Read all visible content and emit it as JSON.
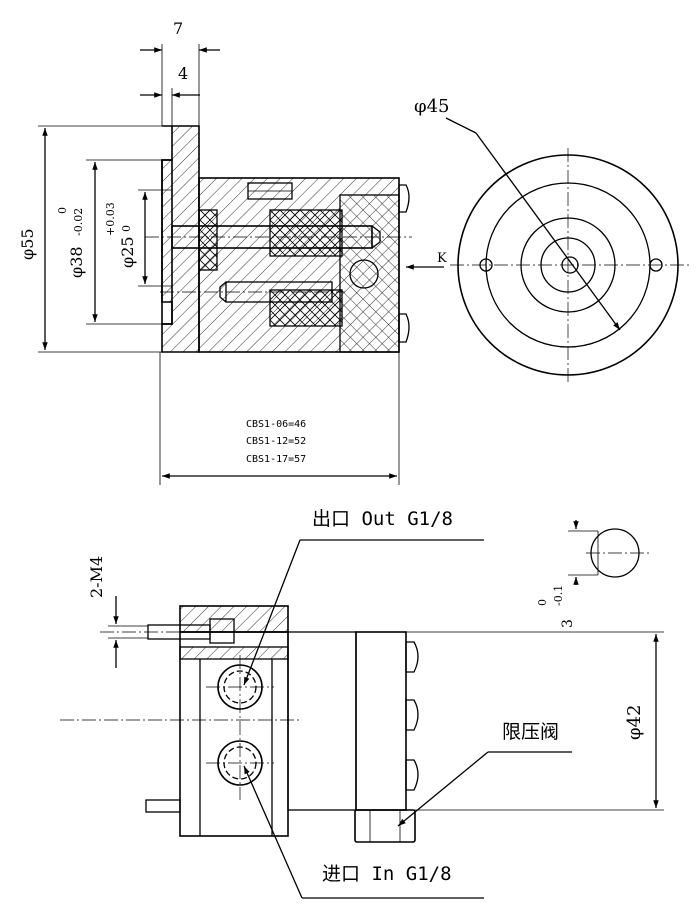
{
  "dims": {
    "d7": "7",
    "d4": "4",
    "phi55": "φ55",
    "phi38": "φ38",
    "phi38_upper": "0",
    "phi38_lower": "-0.02",
    "phi25": "φ25",
    "phi25_upper": "+0.03",
    "phi25_lower": "0",
    "phi45": "φ45",
    "phi42": "φ42",
    "m4": "2-M4",
    "key_base": "3",
    "key_upper": "0",
    "key_lower": "-0.1",
    "view_k": "K"
  },
  "lengths": [
    "CBS1-06=46",
    "CBS1-12=52",
    "CBS1-17=57"
  ],
  "ports": {
    "outlet": "出口 Out G1/8",
    "inlet": "进口 In G1/8",
    "relief_valve": "限压阀"
  },
  "colors": {
    "line": "#000000",
    "paper": "#ffffff"
  }
}
